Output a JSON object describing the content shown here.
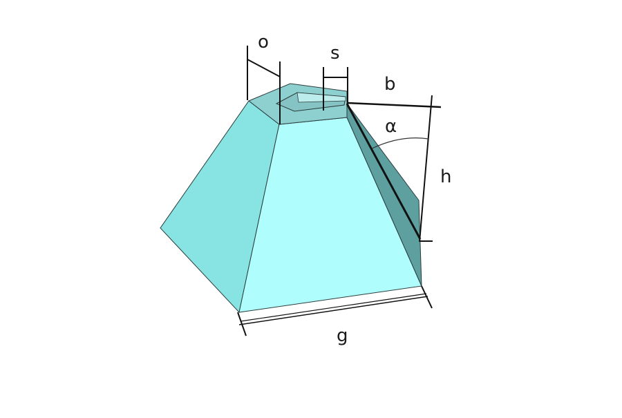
{
  "labels": {
    "o": "o",
    "s": "s",
    "b": "b",
    "alpha": "α",
    "h": "h",
    "g": "g"
  },
  "colors": {
    "face_front": "#b0fdfd",
    "face_left": "#88e3e3",
    "face_right": "#5e9fa0",
    "top_rim": "#8ecfcf",
    "inner_wall": "#86c3c4",
    "inner_top": "#bcecec",
    "edge": "#1a1a1a",
    "background": "#ffffff"
  }
}
